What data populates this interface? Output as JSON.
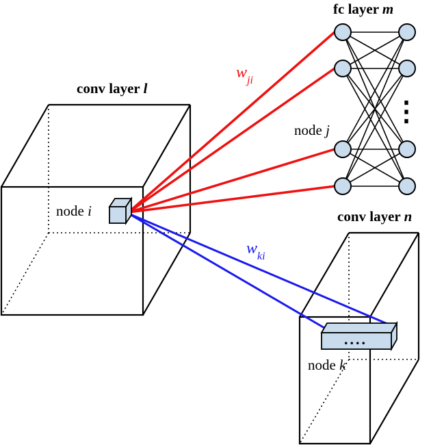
{
  "labels": {
    "conv_l": {
      "text": "conv layer ",
      "var": "l"
    },
    "fc_m": {
      "text": "fc layer ",
      "var": "m"
    },
    "conv_n": {
      "text": "conv layer ",
      "var": "n"
    },
    "node_i": {
      "text": "node ",
      "var": "i"
    },
    "node_j": {
      "text": "node ",
      "var": "j"
    },
    "node_k": {
      "text": "node ",
      "var": "k"
    },
    "w_ji": {
      "base": "w",
      "sub": "ji"
    },
    "w_ki": {
      "base": "w",
      "sub": "ki"
    },
    "fc_ellipsis": "⋮",
    "conv_n_ellipsis": "...."
  },
  "colors": {
    "red_connection": "#ee1111",
    "blue_connection": "#1a1aee",
    "node_fill": "#c9dcee",
    "line": "#000000"
  }
}
